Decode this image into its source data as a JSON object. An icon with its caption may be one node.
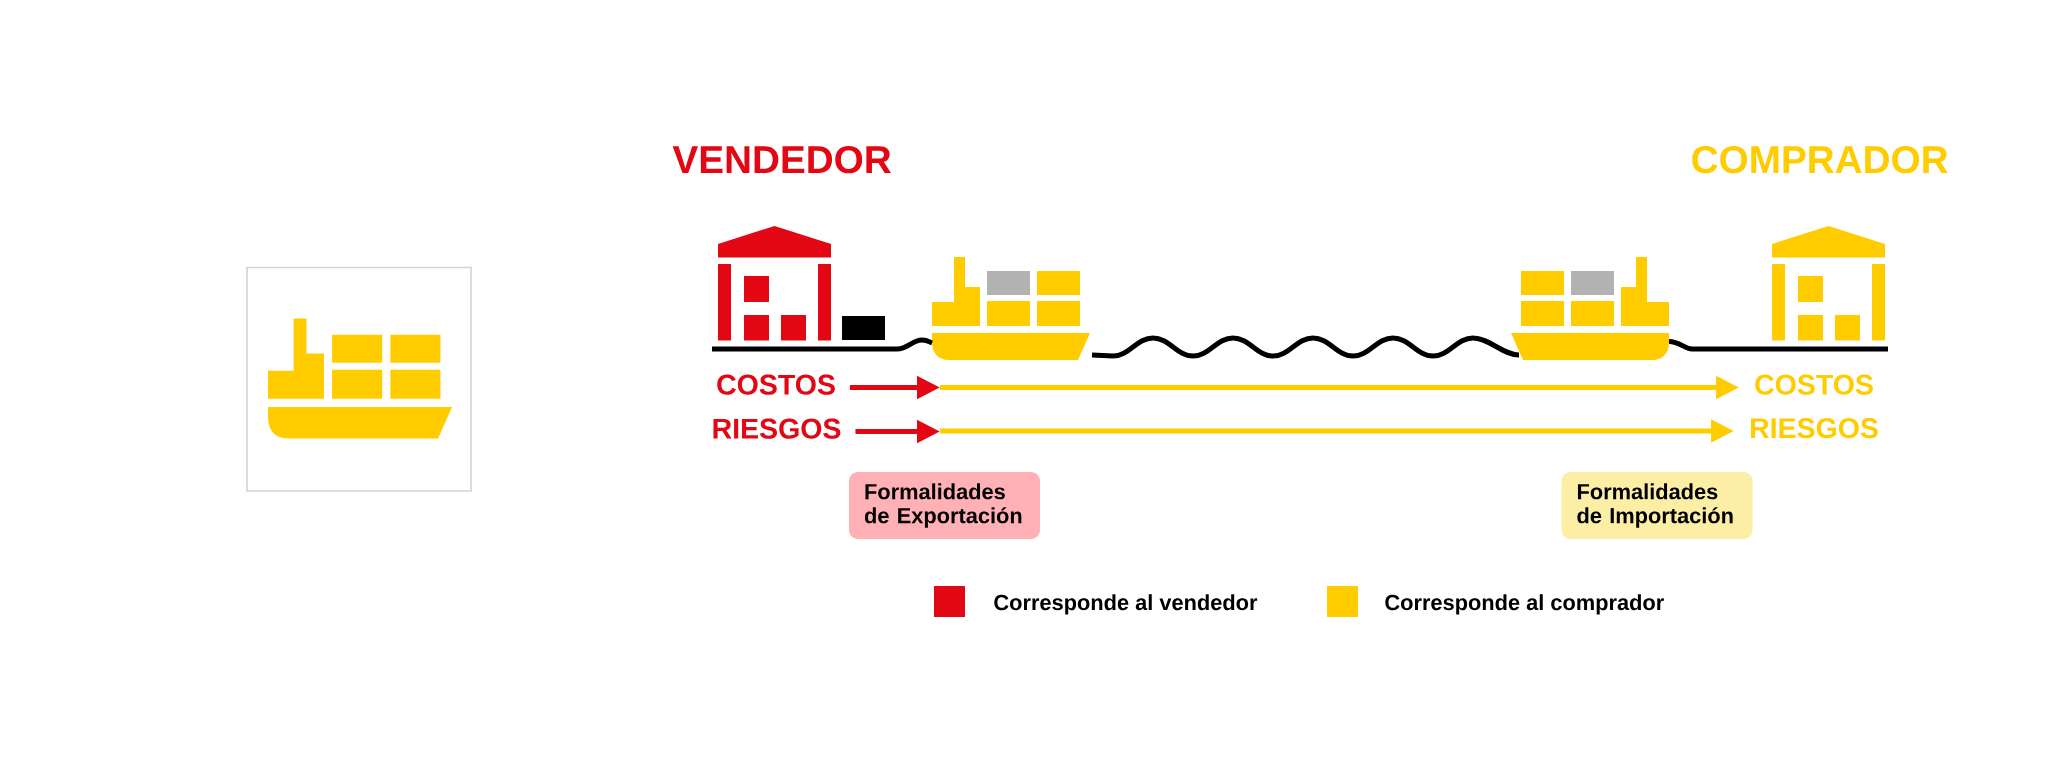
{
  "diagram": {
    "nodes": [
      {
        "text": [],
        "shape": "picture"
      },
      {
        "text": [],
        "shape": "picture"
      },
      {
        "text": [],
        "shape": "picture"
      },
      {
        "text": [],
        "shape": "picture"
      },
      {
        "text": [
          "COSTOS"
        ]
      },
      {
        "text": [
          "COSTOS"
        ]
      },
      {
        "text": [
          "RIESGOS"
        ]
      },
      {
        "text": [
          "RIESGOS"
        ]
      },
      {
        "text": [
          "Formalidades de Exportación"
        ]
      },
      {
        "text": [
          "Formalidades de Importación"
        ]
      }
    ],
    "edges": [
      {
        "from": 0,
        "to": 1,
        "arrow": "none"
      },
      {
        "from": 1,
        "to": 2,
        "arrow": "none"
      },
      {
        "from": 2,
        "to": 3,
        "arrow": "none"
      },
      {
        "from": 4,
        "to": 1,
        "arrow": "to",
        "color": "#e30613"
      },
      {
        "from": 1,
        "to": 5,
        "arrow": "to",
        "color": "#ffcc00"
      },
      {
        "from": 6,
        "to": null,
        "arrow": "to",
        "color": "#e30613"
      },
      {
        "from": null,
        "to": 7,
        "arrow": "to",
        "color": "#ffcc00"
      }
    ],
    "labels": [
      "VENDEDOR",
      "COMPRADOR"
    ],
    "legend": [
      {
        "text": "Corresponde al vendedor",
        "color": "#e30613"
      },
      {
        "text": "Corresponde al comprador",
        "color": "#ffcc00"
      }
    ]
  }
}
